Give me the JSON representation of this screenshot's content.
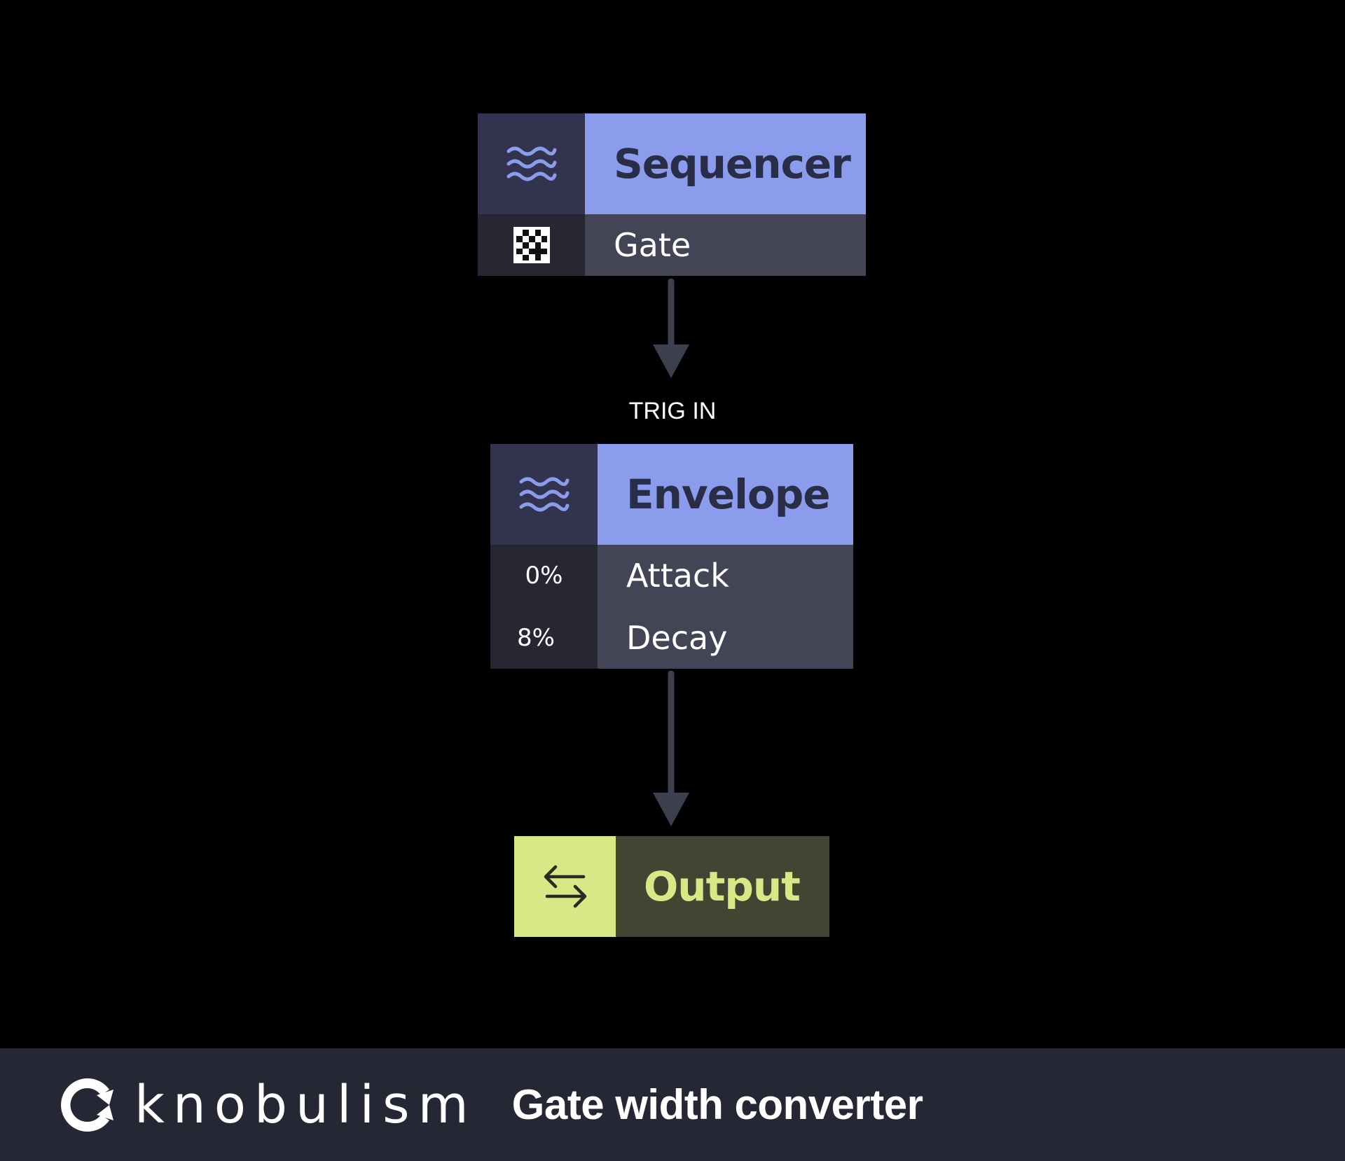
{
  "diagram": {
    "nodes": [
      {
        "id": "sequencer",
        "title": "Sequencer",
        "icon": "wave-icon",
        "rows": [
          {
            "side_icon": "pattern-grid-icon",
            "label": "Gate"
          }
        ]
      },
      {
        "id": "envelope",
        "title": "Envelope",
        "icon": "wave-icon",
        "input_port": "TRIG IN",
        "rows": [
          {
            "value": "0%",
            "label": "Attack"
          },
          {
            "value": "8%",
            "label": "Decay"
          }
        ]
      },
      {
        "id": "output",
        "title": "Output",
        "icon": "swap-arrows-icon"
      }
    ],
    "edges": [
      {
        "from": "sequencer",
        "to": "envelope",
        "port": "TRIG IN"
      },
      {
        "from": "envelope",
        "to": "output"
      }
    ]
  },
  "footer": {
    "brand": "knobulism",
    "title": "Gate width converter"
  },
  "colors": {
    "background": "#000000",
    "node_header": "#8c9cec",
    "node_icon_bg": "#31334f",
    "node_row_bg": "#434556",
    "node_side_bg": "#262733",
    "output_accent": "#d7e986",
    "output_bg": "#434532",
    "footer_bg": "#252734",
    "edge": "#3c3f4e"
  }
}
